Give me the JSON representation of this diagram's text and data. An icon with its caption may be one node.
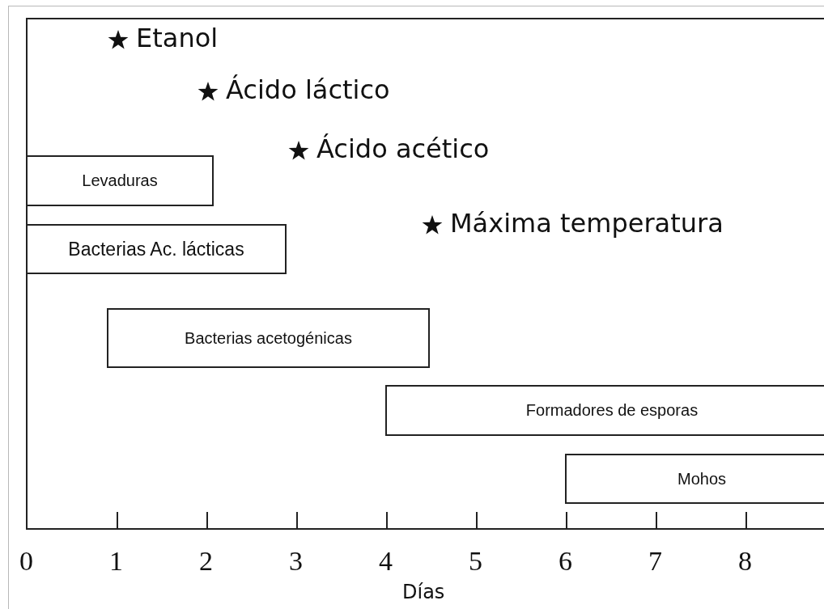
{
  "diagram": {
    "nodes": [
      {
        "text": [
          "Levaduras"
        ]
      },
      {
        "text": [
          "Bacterias Ac. lácticas"
        ]
      },
      {
        "text": [
          "Bacterias acetogénicas"
        ]
      },
      {
        "text": [
          "Formadores de esporas"
        ]
      },
      {
        "text": [
          "Mohos"
        ]
      }
    ],
    "labels": [
      "Etanol",
      "Ácido láctico",
      "Ácido acético",
      "Máxima temperatura",
      "0",
      "1",
      "2",
      "3",
      "4",
      "5",
      "6",
      "7",
      "8",
      "Días"
    ]
  }
}
